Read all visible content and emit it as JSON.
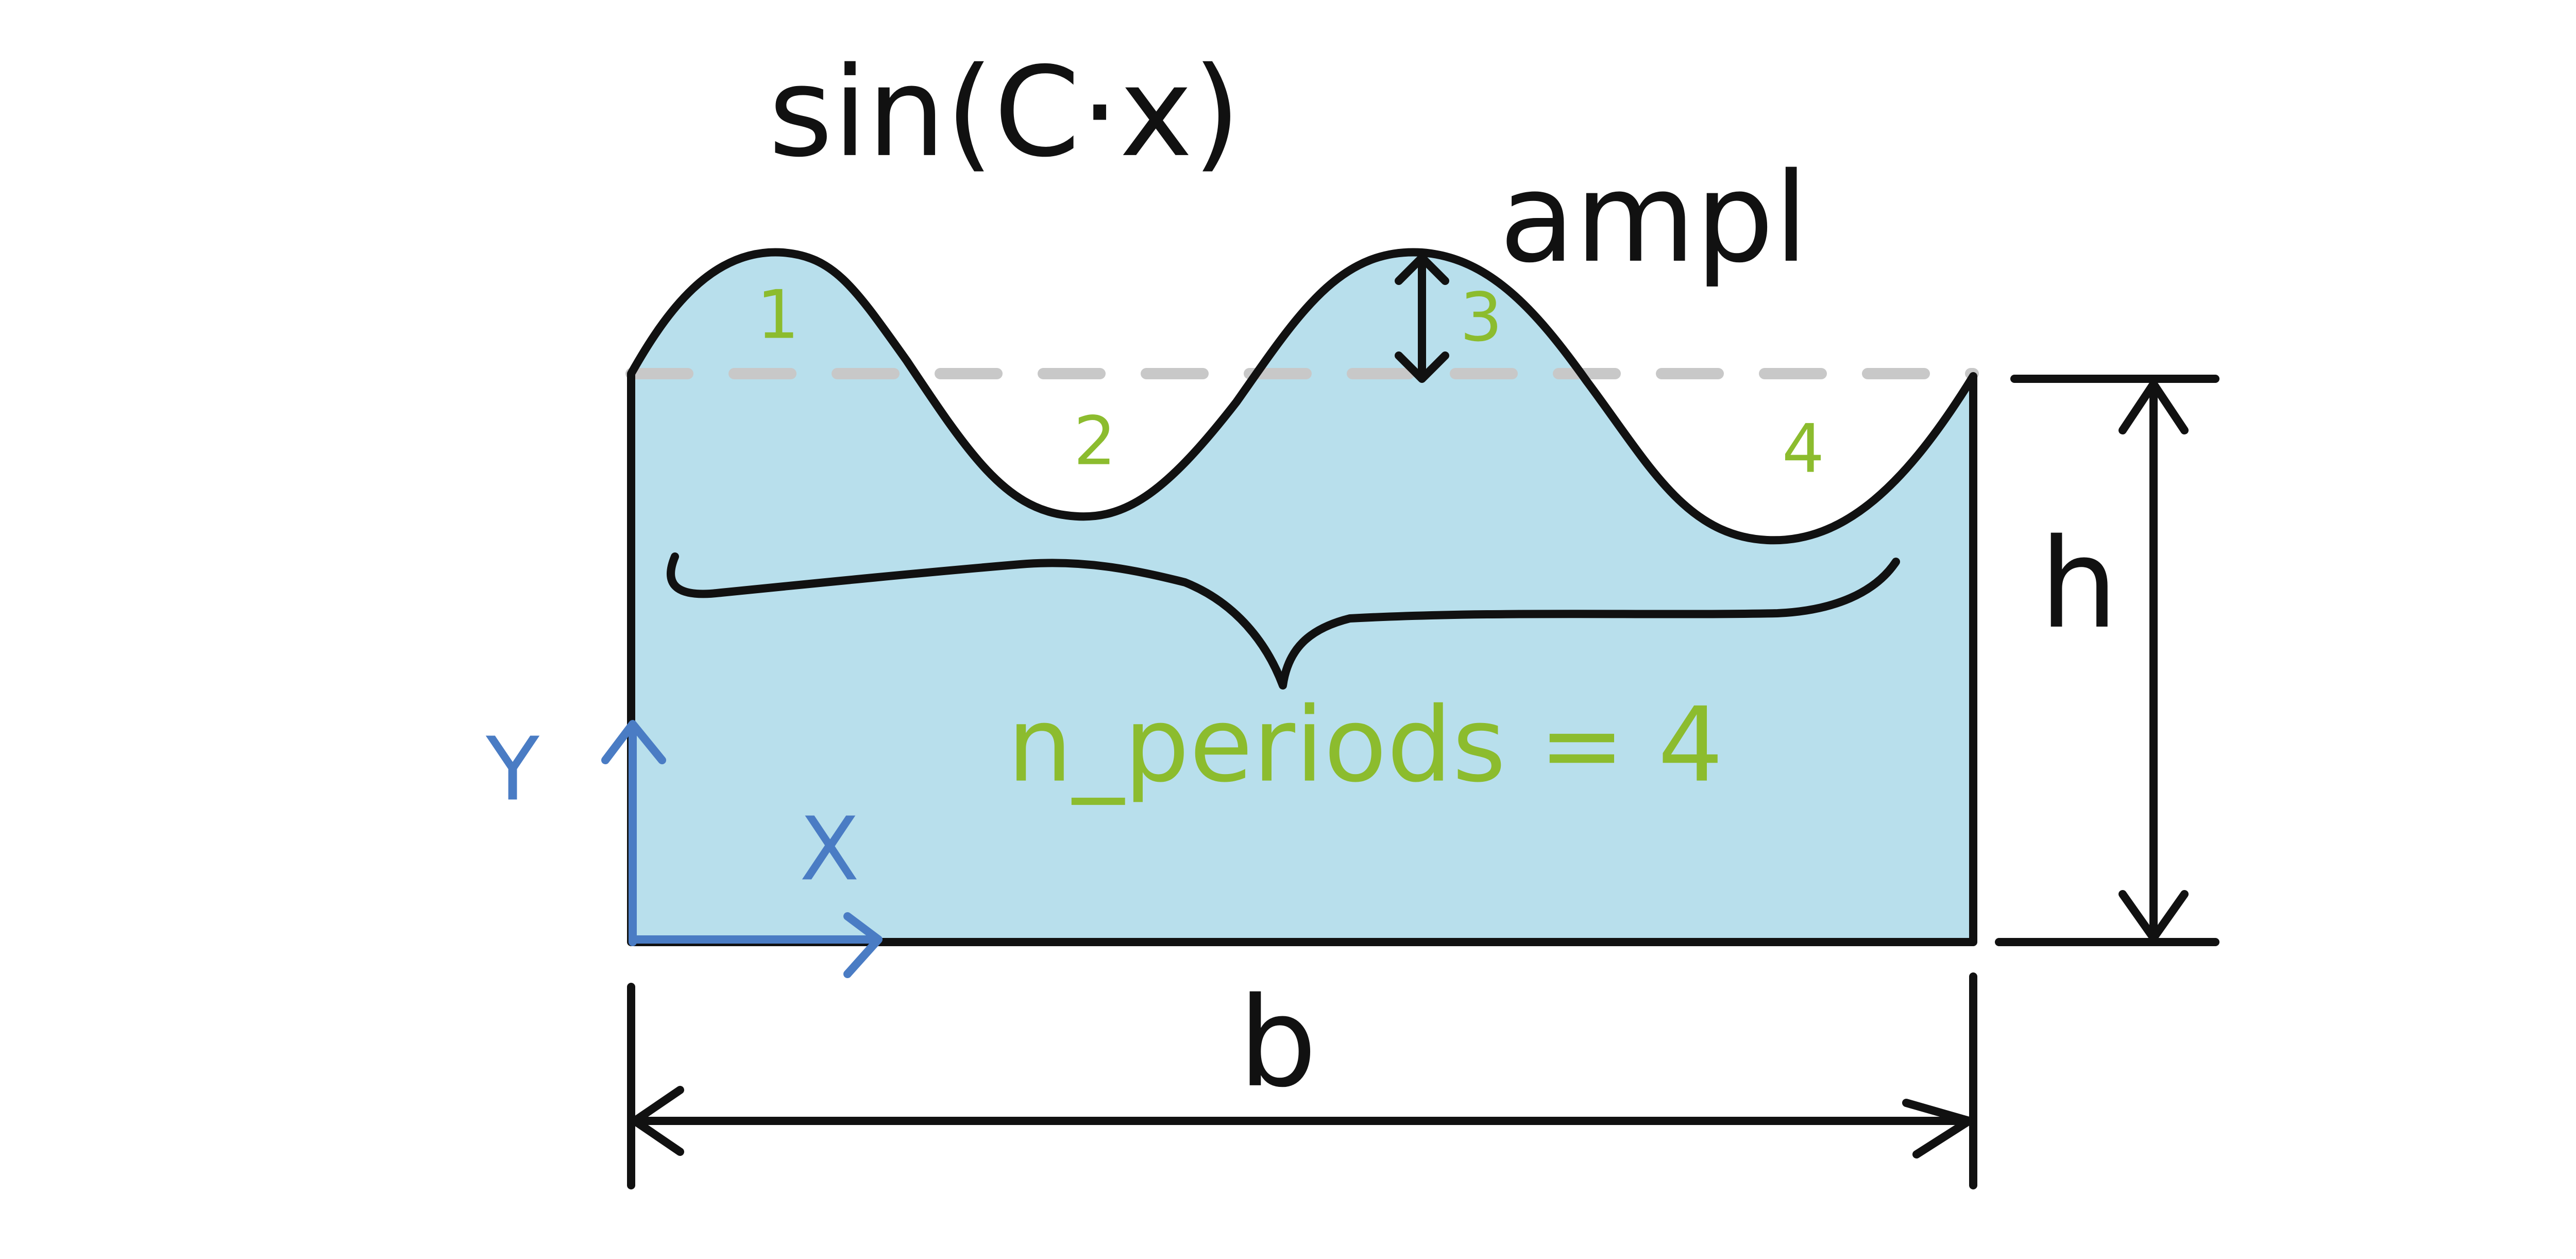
{
  "formula": "sin(C·x)",
  "labels": {
    "amplitude": "ampl",
    "height": "h",
    "width": "b",
    "n_periods": "n_periods = 4"
  },
  "period_numbers": [
    "1",
    "2",
    "3",
    "4"
  ],
  "axes": {
    "y": "Y",
    "x": "X"
  },
  "colors": {
    "fill": "#b8dfec",
    "outline": "#111111",
    "axes": "#4a7cc4",
    "annotation": "#8cbc2e",
    "midline": "#c8c8c8"
  }
}
